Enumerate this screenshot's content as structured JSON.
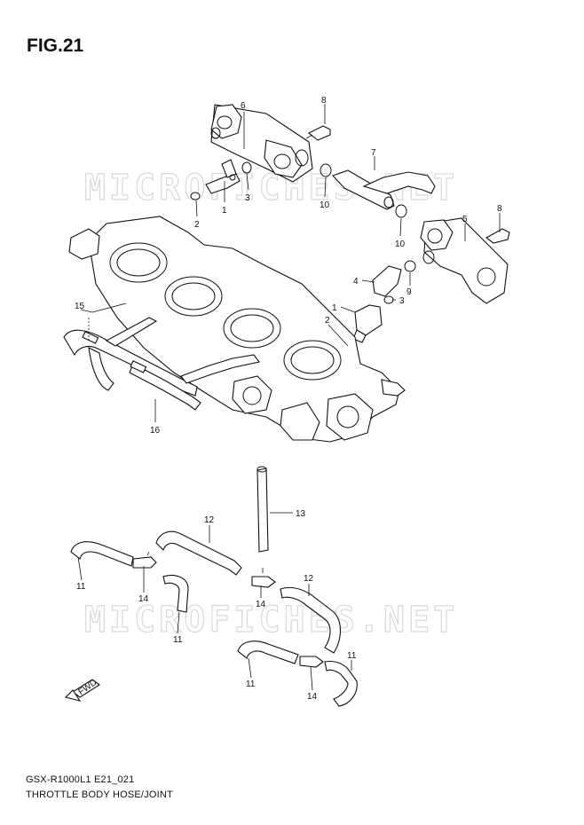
{
  "figure_title": "FIG.21",
  "watermark": "MICROFICHES.NET",
  "footer": {
    "model_code": "GSX-R1000L1 E21_021",
    "section_name": "THROTTLE BODY HOSE/JOINT"
  },
  "direction_badge": "FWD",
  "callouts": [
    {
      "id": "c6",
      "text": "6"
    },
    {
      "id": "c8a",
      "text": "8"
    },
    {
      "id": "c7",
      "text": "7"
    },
    {
      "id": "c3a",
      "text": "3"
    },
    {
      "id": "c1a",
      "text": "1"
    },
    {
      "id": "c2a",
      "text": "2"
    },
    {
      "id": "c10a",
      "text": "10"
    },
    {
      "id": "c10b",
      "text": "10"
    },
    {
      "id": "c5",
      "text": "5"
    },
    {
      "id": "c8b",
      "text": "8"
    },
    {
      "id": "c4",
      "text": "4"
    },
    {
      "id": "c9",
      "text": "9"
    },
    {
      "id": "c3b",
      "text": "3"
    },
    {
      "id": "c1b",
      "text": "1"
    },
    {
      "id": "c2b",
      "text": "2"
    },
    {
      "id": "c15",
      "text": "15"
    },
    {
      "id": "c16",
      "text": "16"
    },
    {
      "id": "c13",
      "text": "13"
    },
    {
      "id": "c12a",
      "text": "12"
    },
    {
      "id": "c12b",
      "text": "12"
    },
    {
      "id": "c11a",
      "text": "11"
    },
    {
      "id": "c14a",
      "text": "14"
    },
    {
      "id": "c11b",
      "text": "11"
    },
    {
      "id": "c14b",
      "text": "14"
    },
    {
      "id": "c11c",
      "text": "11"
    },
    {
      "id": "c14c",
      "text": "14"
    },
    {
      "id": "c11d",
      "text": "11"
    }
  ]
}
